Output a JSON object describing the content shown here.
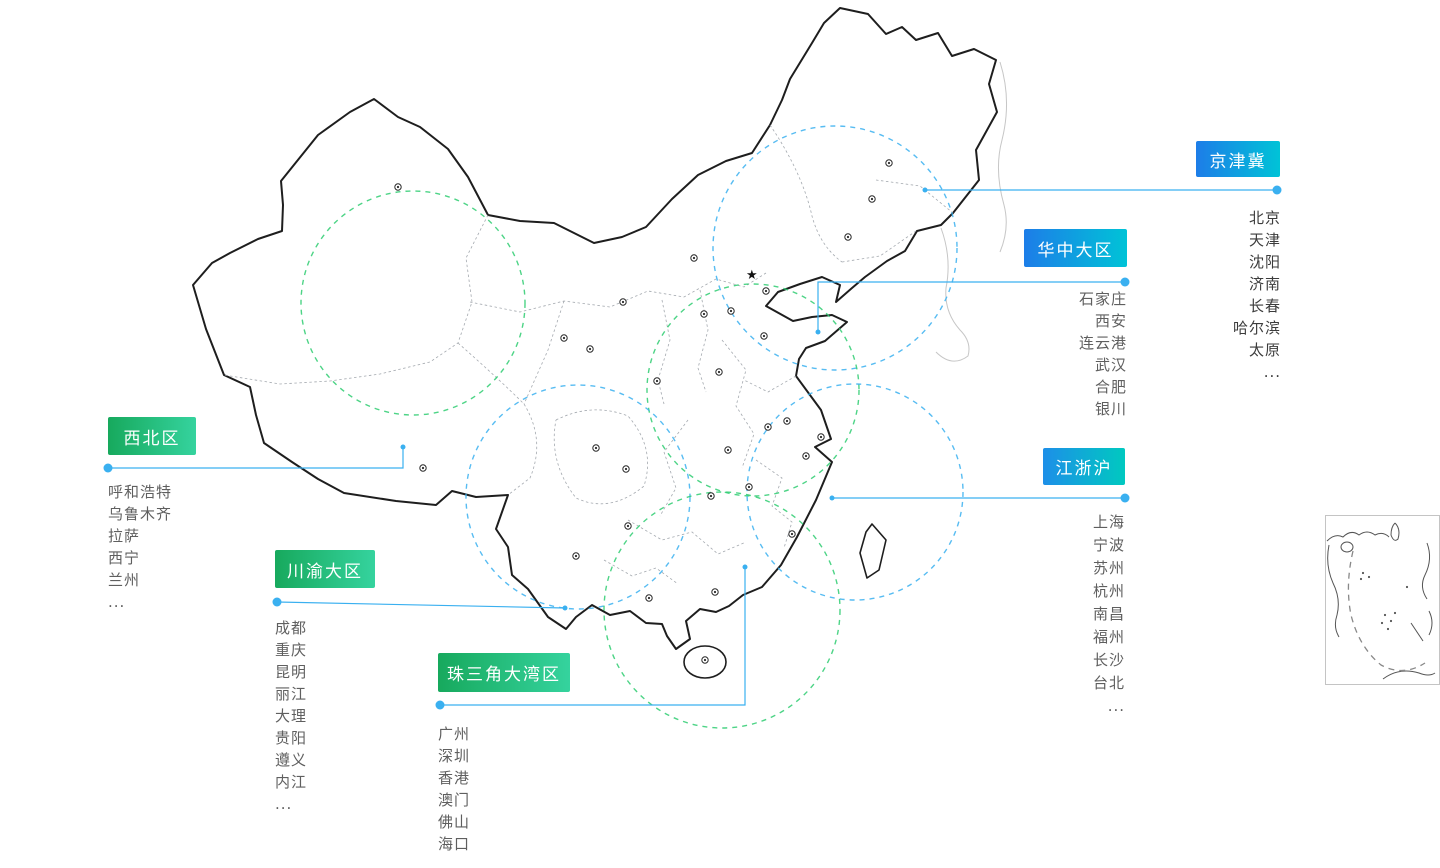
{
  "colors": {
    "accent_blue": "#3ab0f0",
    "accent_green": "#2ecc71",
    "map_outline": "#1e1e1e"
  },
  "regions": [
    {
      "id": "jingjinji",
      "label": "京津冀",
      "gradient": [
        "#1d7de8",
        "#00c3d7"
      ],
      "cities": [
        "北京",
        "天津",
        "沈阳",
        "济南",
        "长春",
        "哈尔滨",
        "太原",
        "..."
      ]
    },
    {
      "id": "huazhong",
      "label": "华中大区",
      "gradient": [
        "#1d7de8",
        "#00c3d7"
      ],
      "cities": [
        "石家庄",
        "西安",
        "连云港",
        "武汉",
        "合肥",
        "银川"
      ]
    },
    {
      "id": "jiangzhehu",
      "label": "江浙沪",
      "gradient": [
        "#1d8fe8",
        "#00c9c0"
      ],
      "cities": [
        "上海",
        "宁波",
        "苏州",
        "杭州",
        "南昌",
        "福州",
        "长沙",
        "台北",
        "..."
      ]
    },
    {
      "id": "xibei",
      "label": "西北区",
      "gradient": [
        "#17a95d",
        "#35d39e"
      ],
      "cities": [
        "呼和浩特",
        "乌鲁木齐",
        "拉萨",
        "西宁",
        "兰州",
        "..."
      ]
    },
    {
      "id": "chuanyu",
      "label": "川渝大区",
      "gradient": [
        "#17a95d",
        "#35d39e"
      ],
      "cities": [
        "成都",
        "重庆",
        "昆明",
        "丽江",
        "大理",
        "贵阳",
        "遵义",
        "内江",
        "..."
      ]
    },
    {
      "id": "zhusanjiao",
      "label": "珠三角大湾区",
      "gradient": [
        "#17a95d",
        "#35d39e"
      ],
      "cities": [
        "广州",
        "深圳",
        "香港",
        "澳门",
        "佛山",
        "海口",
        "..."
      ]
    }
  ]
}
